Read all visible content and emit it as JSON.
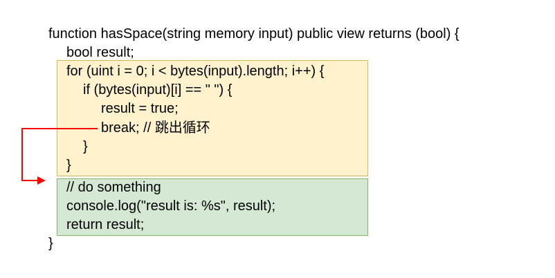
{
  "code_lines": [
    "function hasSpace(string memory input) public view returns (bool) {",
    "bool result;",
    "for (uint i = 0; i < bytes(input).length; i++) {",
    "if (bytes(input)[i] == \" \") {",
    "result = true;",
    "break; // 跳出循环",
    "}",
    "}",
    "// do something",
    "console.log(\"result is: %s\", result);",
    "return result;",
    "}"
  ],
  "colors": {
    "loop_fill": "#fff2cc",
    "loop_border": "#d6b656",
    "tail_fill": "#d5e8d4",
    "tail_border": "#82b366",
    "arrow": "#ff0000"
  }
}
